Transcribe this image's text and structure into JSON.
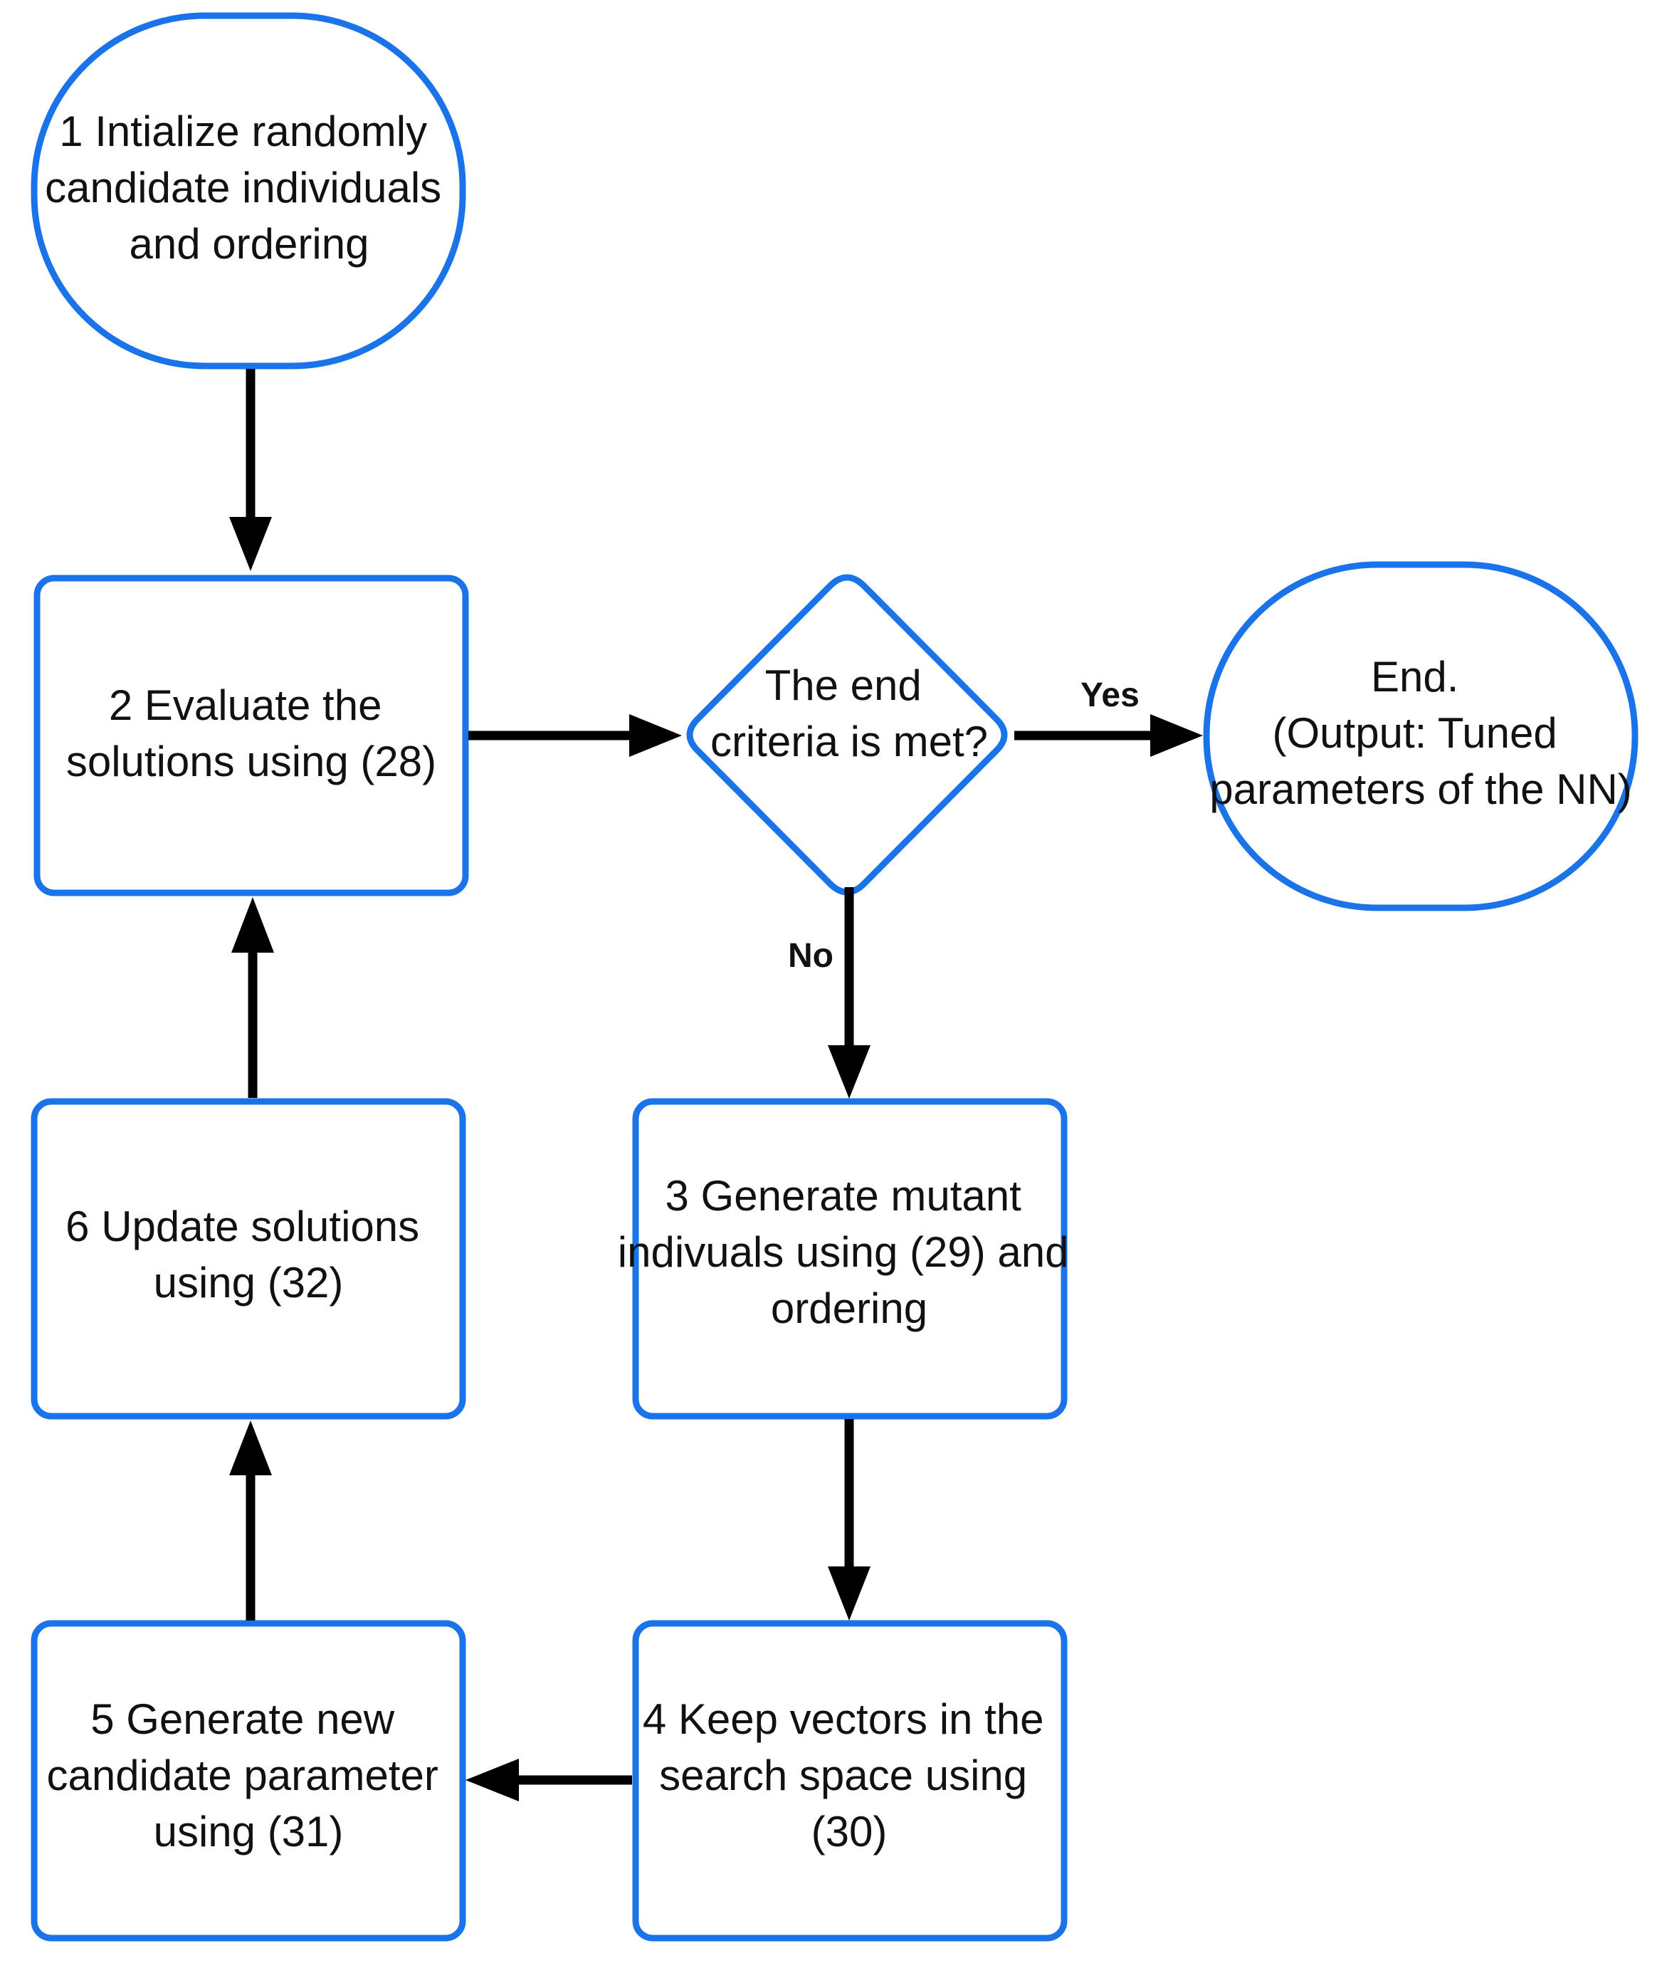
{
  "colors": {
    "node_border": "#1a73e8",
    "edge": "#000000",
    "text": "#111111",
    "background": "#ffffff"
  },
  "nodes": {
    "initialize": {
      "shape": "terminator",
      "lines": [
        "1 Intialize randomly",
        "candidate individuals",
        "and ordering"
      ]
    },
    "evaluate": {
      "shape": "process",
      "lines": [
        "2 Evaluate the",
        "solutions using (28)"
      ]
    },
    "decision": {
      "shape": "decision",
      "lines": [
        "The end",
        "criteria is met?"
      ]
    },
    "end": {
      "shape": "terminator",
      "lines": [
        "End.",
        "(Output: Tuned",
        "parameters of the NN)"
      ]
    },
    "mutate": {
      "shape": "process",
      "lines": [
        "3 Generate mutant",
        "indivuals using (29) and",
        "ordering"
      ]
    },
    "keep": {
      "shape": "process",
      "lines": [
        "4 Keep vectors in the",
        "search space using",
        "(30)"
      ]
    },
    "generate": {
      "shape": "process",
      "lines": [
        "5 Generate new",
        "candidate parameter",
        "using (31)"
      ]
    },
    "update": {
      "shape": "process",
      "lines": [
        "6 Update solutions",
        "using (32)"
      ]
    }
  },
  "edges": {
    "yes_label": "Yes",
    "no_label": "No"
  }
}
